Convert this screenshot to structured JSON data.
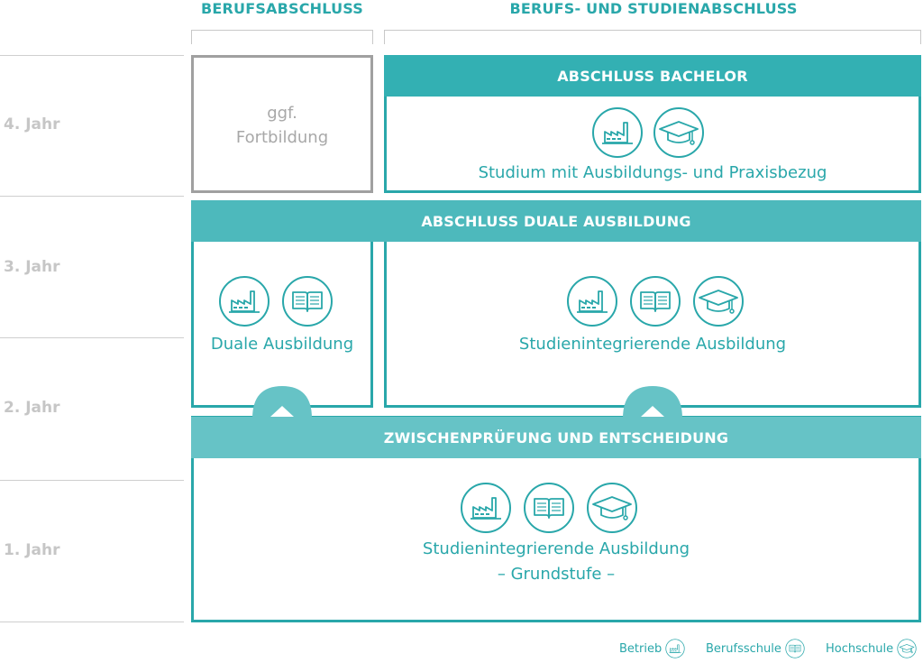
{
  "headers": {
    "berufsabschluss": "BERUFSABSCHLUSS",
    "berufs_studien": "BERUFS- UND STUDIENABSCHLUSS"
  },
  "years": [
    "4. Jahr",
    "3. Jahr",
    "2. Jahr",
    "1. Jahr"
  ],
  "fortbildung": {
    "line1": "ggf.",
    "line2": "Fortbildung"
  },
  "bachelor": {
    "band": "ABSCHLUSS BACHELOR",
    "label": "Studium mit Ausbildungs- und Praxisbezug"
  },
  "duale": {
    "band": "ABSCHLUSS DUALE AUSBILDUNG",
    "left_label": "Duale Ausbildung",
    "right_label": "Studienintegrierende Ausbildung"
  },
  "grund": {
    "band": "ZWISCHENPRÜFUNG UND ENTSCHEIDUNG",
    "line1": "Studienintegrierende Ausbildung",
    "line2": "– Grundstufe –"
  },
  "legend": {
    "betrieb": "Betrieb",
    "berufsschule": "Berufsschule",
    "hochschule": "Hochschule"
  },
  "colors": {
    "teal": "#29a7aa",
    "band_dark": "#33b0b3",
    "band_mid": "#4db9bc",
    "band_light": "#66c3c6",
    "grey_border": "#a0a0a0",
    "grey_text": "#c6c6c6"
  },
  "icons": [
    "factory-icon",
    "book-icon",
    "graduation-cap-icon"
  ]
}
